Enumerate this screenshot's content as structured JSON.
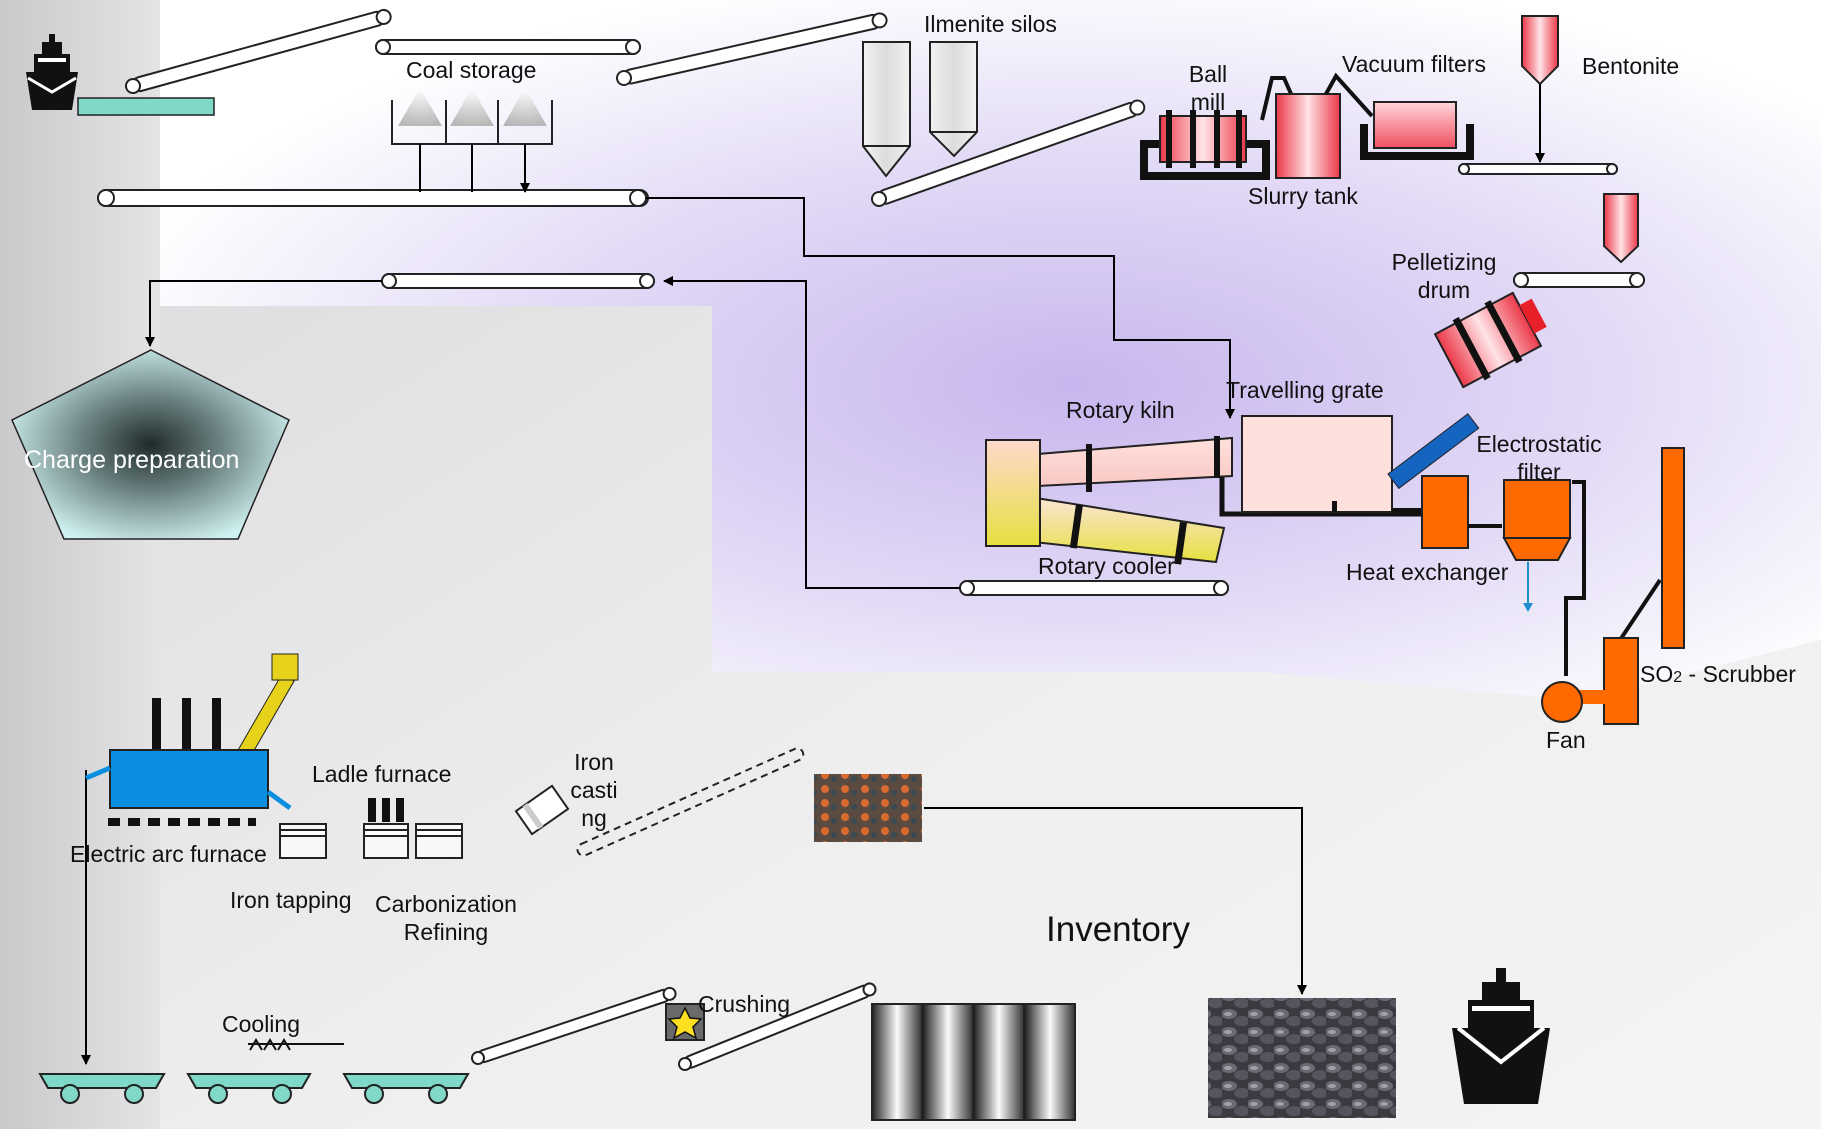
{
  "title": "",
  "stages": {
    "coal_storage": "Coal storage",
    "ilmenite_silos": "Ilmenite silos",
    "ball_mill": [
      "Ball",
      "mill"
    ],
    "vacuum_filters": "Vacuum filters",
    "bentonite": "Bentonite",
    "slurry_tank": "Slurry tank",
    "pelletizing_drum": [
      "Pelletizing",
      "drum"
    ],
    "charge_preparation": "Charge preparation",
    "travelling_grate": "Travelling grate",
    "rotary_kiln": "Rotary kiln",
    "electrostatic_filter": [
      "Electrostatic",
      "filter"
    ],
    "rotary_cooler": "Rotary cooler",
    "heat_exchanger": "Heat exchanger",
    "so2_scrubber_prefix": "SO",
    "so2_scrubber_sub": "2",
    "so2_scrubber_suffix": " - Scrubber",
    "fan": "Fan",
    "ladle_furnace": "Ladle furnace",
    "iron_casting": [
      "Iron",
      "casti",
      "ng"
    ],
    "electric_arc_furnace": "Electric arc furnace",
    "iron_tapping": "Iron tapping",
    "carbonization_refining": [
      "Carbonization",
      "Refining"
    ],
    "inventory": "Inventory",
    "cooling": "Cooling",
    "crushing": "Crushing"
  },
  "icons": {
    "ship_top_left": "ship-icon",
    "ship_bottom_right": "ship-icon",
    "crusher_star": "star-icon"
  },
  "colors": {
    "pink_equipment": "#f4a0a8",
    "red_accent": "#e8202a",
    "orange_equipment": "#ff6a00",
    "blue_furnace": "#0a8fe0",
    "teal_conveyor": "#7fd8c8",
    "yellow_cooler": "#e8e040",
    "lavender_glow": "#c9b8ec"
  }
}
